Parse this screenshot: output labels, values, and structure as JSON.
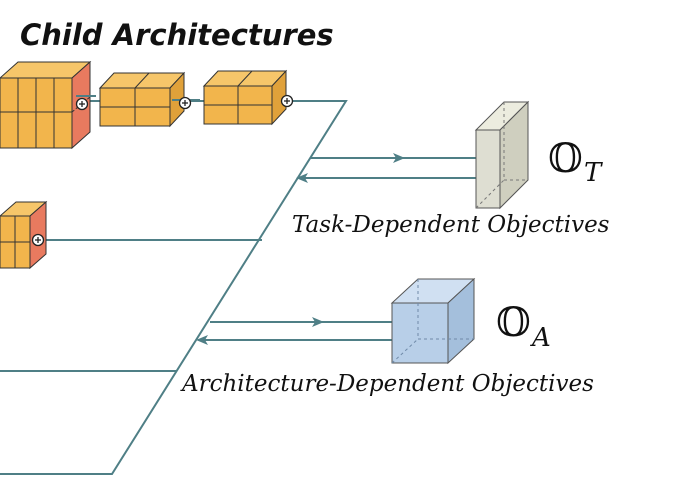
{
  "header": {
    "title": "Child Architectures"
  },
  "objectives": {
    "task": {
      "symbol": "𝕆",
      "subscript": "T",
      "label": "Task-Dependent Objectives"
    },
    "architecture": {
      "symbol": "𝕆",
      "subscript": "A",
      "label": "Architecture-Dependent Objectives"
    }
  },
  "colors": {
    "line": "#4f7f86",
    "block_top": "#f6c66a",
    "block_front": "#f2b54c",
    "block_side": "#e0a13a",
    "block_red": "#e87a5f",
    "task_box": "#deded2",
    "arch_box": "#b8cfe8"
  },
  "icons": [
    "plus-circle-icon",
    "arrow-right-icon",
    "arrow-left-icon"
  ]
}
